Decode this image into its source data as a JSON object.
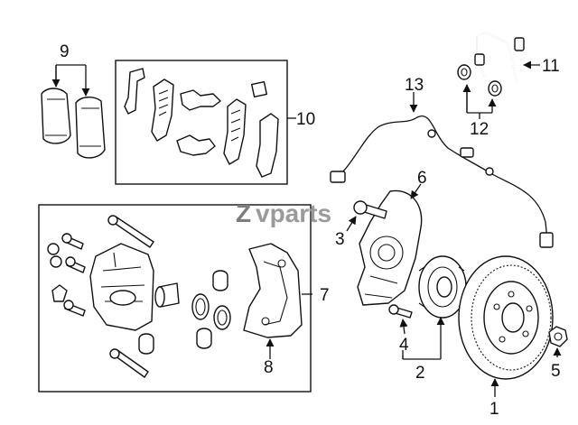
{
  "watermark": {
    "text": "vparts",
    "prefix_glyph": "Z"
  },
  "callouts": {
    "c1": "1",
    "c2": "2",
    "c3": "3",
    "c4": "4",
    "c5": "5",
    "c6": "6",
    "c7": "7",
    "c8": "8",
    "c9": "9",
    "c10": "10",
    "c11": "11",
    "c12": "12",
    "c13": "13"
  }
}
